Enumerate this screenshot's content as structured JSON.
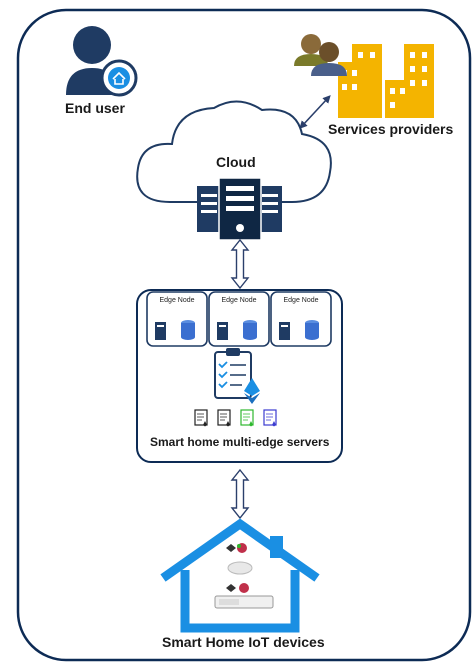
{
  "labels": {
    "end_user": "End user",
    "services_providers": "Services providers",
    "cloud": "Cloud",
    "multi_edge": "Smart home multi-edge servers",
    "iot": "Smart Home IoT devices"
  },
  "edge_nodes": [
    {
      "title": "Edge Node"
    },
    {
      "title": "Edge Node"
    },
    {
      "title": "Edge Node"
    }
  ],
  "colors": {
    "frame": "#0d2b55",
    "server": "#1f3b63",
    "user": "#1f3b63",
    "building": "#f4b400",
    "house": "#1a8fe3",
    "arrow": "#2b3f6b",
    "ethereum": "#1a8fe3"
  },
  "icons": {
    "end_user": "user-home-icon",
    "services_providers": "people-buildings-icon",
    "cloud": "cloud-icon",
    "cloud_server": "server-rack-icon",
    "ledger": "clipboard-ethereum-icon",
    "iot_home": "house-icon"
  }
}
